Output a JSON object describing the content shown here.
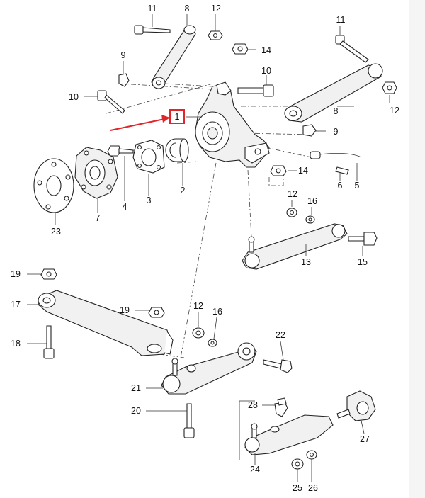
{
  "diagram": {
    "labels": {
      "p1": "1",
      "p2": "2",
      "p3": "3",
      "p4": "4",
      "p5": "5",
      "p6": "6",
      "p7": "7",
      "p8a": "8",
      "p8b": "8",
      "p9a": "9",
      "p9b": "9",
      "p10a": "10",
      "p10b": "10",
      "p11a": "11",
      "p11b": "11",
      "p12a": "12",
      "p12b": "12",
      "p12c": "12",
      "p12d": "12",
      "p13": "13",
      "p14a": "14",
      "p14b": "14",
      "p15": "15",
      "p16a": "16",
      "p16b": "16",
      "p17": "17",
      "p18": "18",
      "p19a": "19",
      "p19b": "19",
      "p20": "20",
      "p21": "21",
      "p22": "22",
      "p23": "23",
      "p24": "24",
      "p25": "25",
      "p26": "26",
      "p27": "27",
      "p28": "28"
    },
    "highlight_color": "#e0262a",
    "ink_color": "#222222"
  }
}
